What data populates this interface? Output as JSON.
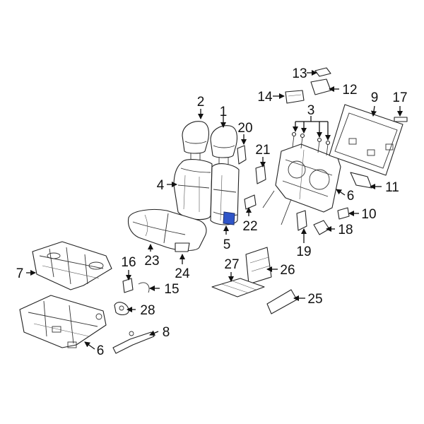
{
  "diagram": {
    "highlight_color": "#2f55c8",
    "callouts": [
      {
        "id": "c1",
        "text": "1"
      },
      {
        "id": "c2",
        "text": "2"
      },
      {
        "id": "c3",
        "text": "3"
      },
      {
        "id": "c4",
        "text": "4"
      },
      {
        "id": "c5",
        "text": "5"
      },
      {
        "id": "c6a",
        "text": "6"
      },
      {
        "id": "c6b",
        "text": "6"
      },
      {
        "id": "c7",
        "text": "7"
      },
      {
        "id": "c8",
        "text": "8"
      },
      {
        "id": "c9",
        "text": "9"
      },
      {
        "id": "c10",
        "text": "10"
      },
      {
        "id": "c11",
        "text": "11"
      },
      {
        "id": "c12",
        "text": "12"
      },
      {
        "id": "c13",
        "text": "13"
      },
      {
        "id": "c14",
        "text": "14"
      },
      {
        "id": "c15",
        "text": "15"
      },
      {
        "id": "c16",
        "text": "16"
      },
      {
        "id": "c17",
        "text": "17"
      },
      {
        "id": "c18",
        "text": "18"
      },
      {
        "id": "c19",
        "text": "19"
      },
      {
        "id": "c20",
        "text": "20"
      },
      {
        "id": "c21",
        "text": "21"
      },
      {
        "id": "c22",
        "text": "22"
      },
      {
        "id": "c23",
        "text": "23"
      },
      {
        "id": "c24",
        "text": "24"
      },
      {
        "id": "c25",
        "text": "25"
      },
      {
        "id": "c26",
        "text": "26"
      },
      {
        "id": "c27",
        "text": "27"
      },
      {
        "id": "c28",
        "text": "28"
      }
    ]
  }
}
